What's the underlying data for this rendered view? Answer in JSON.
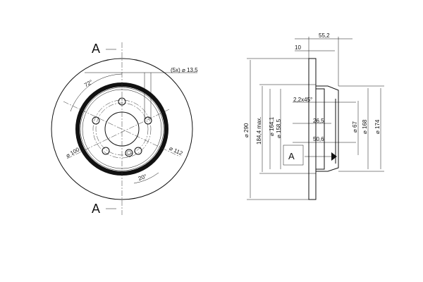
{
  "front_view": {
    "section_label_top": "A",
    "section_label_bottom": "A",
    "holes_dim": "(5x) ⌀ 13,5",
    "angle_72": "72°",
    "dia_100": "⌀ 100",
    "dia_112": "⌀ 112",
    "angle_20": "20°"
  },
  "section_view": {
    "width_total": "55,2",
    "disc_thickness": "10",
    "chamfer": "2,2x45°",
    "depth_26": "26,5",
    "depth_50": "50,6",
    "dia_290": "⌀ 290",
    "dia_max": "184,4 max.",
    "dia_164": "⌀ 164,1",
    "dia_158": "⌀ 158,5",
    "dia_67": "⌀ 67",
    "dia_168": "⌀ 168",
    "dia_174": "⌀ 174",
    "datum_label": "A"
  }
}
